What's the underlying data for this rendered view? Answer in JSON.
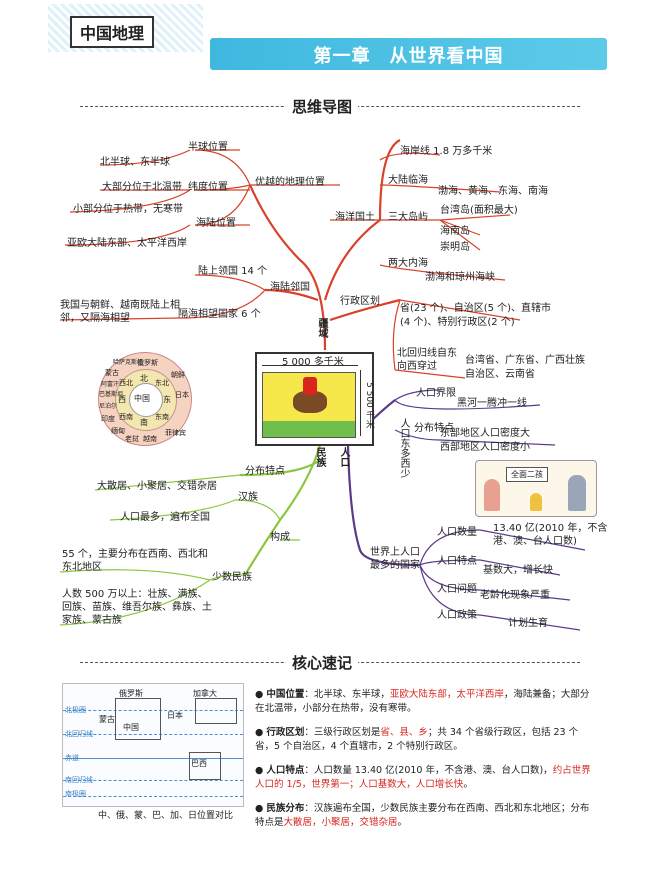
{
  "header": {
    "subject": "中国地理",
    "chapter": "第一章　从世界看中国"
  },
  "mindmap": {
    "title": "思维导图",
    "center": {
      "width_label": "5 000 多千米",
      "height_label": "5 500 千米"
    },
    "branches": {
      "territory": "疆域",
      "ethnic": "民族",
      "population": "人口",
      "advantage": "优越的地理位置",
      "hemisphere": "半球位置",
      "hemisphere_val": "北半球、东半球",
      "latitude": "纬度位置",
      "latitude_val1": "大部分位于北温带",
      "latitude_val2": "小部分位于热带，无寒带",
      "sea_land": "海陆位置",
      "sea_land_val": "亚欧大陆东部、太平洋西岸",
      "neighbors": "海陆邻国",
      "land_neighbors": "陆上领国 14 个",
      "sea_neighbors": "隔海相望国家 6 个",
      "neighbors_note": "我国与朝鲜、越南既陆上相邻，又隔海相望",
      "ocean": "海洋国土",
      "coastline": "海岸线 1.8 万多千米",
      "seas": "大陆临海",
      "seas_val": "渤海、黄海、东海、南海",
      "islands": "三大岛屿",
      "island1": "台湾岛(面积最大)",
      "island2": "海南岛",
      "island3": "崇明岛",
      "inland_sea": "两大内海",
      "inland_sea_val": "渤海和琼州海峡",
      "admin": "行政区划",
      "admin_val1": "省(23 个)、自治区(5 个)、直辖市",
      "admin_val2": "(4 个)、特别行政区(2 个)",
      "tropic": "北回归线自东向西穿过",
      "tropic_val1": "台湾省、广东省、广西壮族",
      "tropic_val2": "自治区、云南省",
      "distribution": "分布特点",
      "distribution_val": "大散居、小聚居、交错杂居",
      "han": "汉族",
      "han_val": "人口最多，遍布全国",
      "composition": "构成",
      "minority": "少数民族",
      "minority_val1": "55 个，主要分布在西南、西北和东北地区",
      "minority_val2": "人数 500 万以上：壮族、满族、回族、苗族、维吾尔族、彝族、土家族、蒙古族",
      "pop_boundary": "人口界限",
      "pop_boundary_val": "黑河一腾冲一线",
      "pop_dense": "人口东多西少",
      "pop_distribution": "分布特点",
      "pop_dist_val1": "东部地区人口密度大",
      "pop_dist_val2": "西部地区人口密度小",
      "most_pop": "世界上人口最多的国家",
      "pop_count": "人口数量",
      "pop_count_val": "13.40 亿(2010 年，不含港、澳、台人口数)",
      "pop_feature": "人口特点",
      "pop_feature_val": "基数大，增长快",
      "pop_problem": "人口问题",
      "pop_problem_val": "老龄化现象严重",
      "pop_policy": "人口政策",
      "pop_policy_val": "计划生育"
    },
    "illustration_sign": "全面二孩",
    "compass": {
      "center": "中国",
      "n": "北",
      "s": "南",
      "e": "东",
      "w": "西",
      "ne": "东北",
      "nw": "西北",
      "se": "东南",
      "sw": "西南",
      "outer": [
        "俄罗斯",
        "蒙古",
        "朝鲜",
        "日本",
        "菲律宾",
        "越南",
        "老挝",
        "缅甸",
        "印度",
        "尼泊尔",
        "巴基斯坦",
        "阿富汗",
        "哈萨克斯坦"
      ]
    }
  },
  "core": {
    "title": "核心速记",
    "map_labels": {
      "russia": "俄罗斯",
      "canada": "加拿大",
      "mongolia": "蒙古",
      "china": "中国",
      "japan": "日本",
      "brazil": "巴西",
      "arctic": "北极圈",
      "tropic_n": "北回归线",
      "equator": "赤道",
      "tropic_s": "南回归线",
      "antarctic": "南极圈"
    },
    "map_caption": "中、俄、蒙、巴、加、日位置对比",
    "items": [
      {
        "head": "中国位置",
        "a": "：北半球、东半球，",
        "red": "亚欧大陆东部，太平洋西岸",
        "b": "，海陆兼备；大部分在北温带，小部分在热带，没有寒带。"
      },
      {
        "head": "行政区划",
        "a": "：三级行政区划是",
        "red": "省、县、乡",
        "b": "；共 34 个省级行政区，包括 23 个省，5 个自治区，4 个直辖市，2 个特别行政区。"
      },
      {
        "head": "人口特点",
        "a": "：人口数量 13.40 亿(2010 年，不含港、澳、台人口数)，",
        "red": "约占世界人口的 1/5，世界第一；人口基数大，人口增长快",
        "b": "。"
      },
      {
        "head": "民族分布",
        "a": "：汉族遍布全国，少数民族主要分布在西南、西北和东北地区；分布特点是",
        "red": "大散居，小聚居，交错杂居",
        "b": "。"
      }
    ]
  }
}
